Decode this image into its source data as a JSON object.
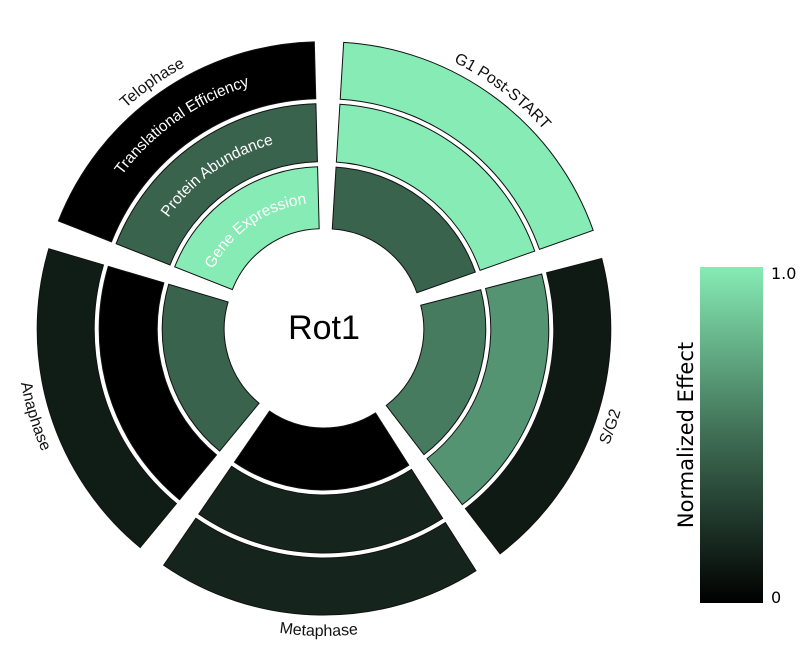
{
  "chart_data": {
    "type": "radial-heatmap",
    "title": "",
    "center_label": "Rot1",
    "rings": [
      "Gene Expression",
      "Protein Abundance",
      "Translational Efficiency"
    ],
    "phases": [
      "G1 Post-START",
      "S/G2",
      "Metaphase",
      "Anaphase",
      "Telophase"
    ],
    "values": {
      "G1 Post-START": [
        0.45,
        1.0,
        1.0
      ],
      "S/G2": [
        0.55,
        0.65,
        0.12
      ],
      "Metaphase": [
        0.0,
        0.17,
        0.17
      ],
      "Anaphase": [
        0.45,
        0.0,
        0.13
      ],
      "Telophase": [
        1.0,
        0.45,
        0.0
      ]
    },
    "colorbar": {
      "title": "Normalized Effect",
      "min_label": "0",
      "max_label": "1.0",
      "range": [
        0,
        1
      ],
      "color_low": "#000000",
      "color_mid": "#3f6e55",
      "color_high": "#86ebb4"
    }
  }
}
